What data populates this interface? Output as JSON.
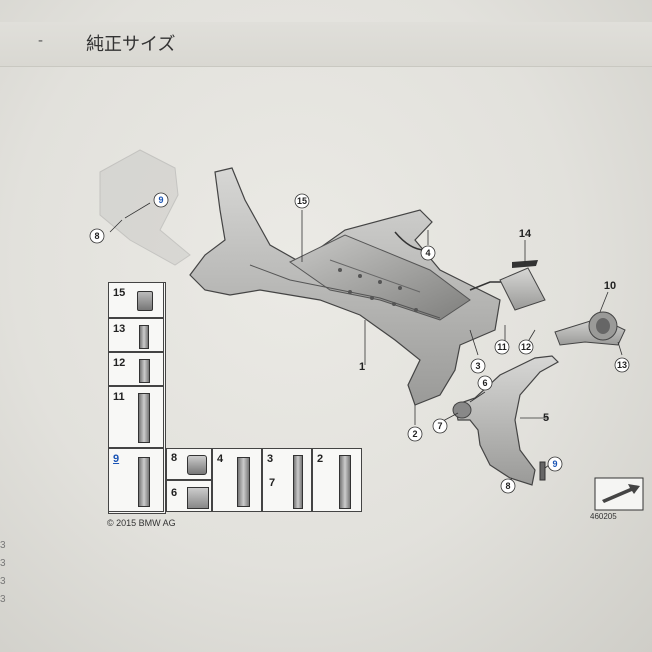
{
  "header": {
    "dash": "-",
    "title": "純正サイズ"
  },
  "diagram": {
    "callouts": [
      "9",
      "8",
      "15",
      "4",
      "14",
      "10",
      "1",
      "11",
      "12",
      "13",
      "3",
      "6",
      "2",
      "7",
      "5",
      "9",
      "8"
    ],
    "legend": {
      "rows": [
        {
          "label": "15"
        },
        {
          "label": "13"
        },
        {
          "label": "12"
        },
        {
          "label": "11"
        },
        {
          "label": "9"
        }
      ],
      "bottom": [
        {
          "label": "8"
        },
        {
          "label": "6"
        },
        {
          "label": "4"
        },
        {
          "label": "3"
        },
        {
          "label": "7"
        },
        {
          "label": "2"
        }
      ]
    },
    "copyright": "© 2015 BMW AG",
    "ref_number": "460205"
  },
  "left_edge": [
    "3",
    "3",
    "3",
    "3"
  ]
}
